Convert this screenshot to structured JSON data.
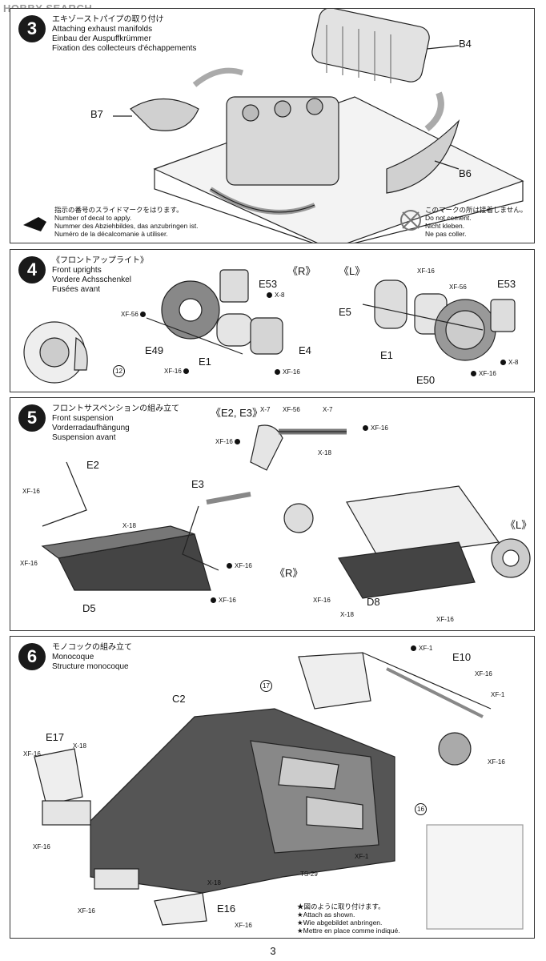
{
  "watermark": "HOBBY SEARCH",
  "page_number": "3",
  "step3": {
    "number": "3",
    "title_ja": "エキゾーストパイプの取り付け",
    "title_en": "Attaching exhaust manifolds",
    "title_de": "Einbau der Auspuffkrümmer",
    "title_fr": "Fixation des collecteurs d'échappements",
    "parts": {
      "b4": "B4",
      "b7": "B7",
      "b6": "B6"
    },
    "decal_note": [
      "指示の番号のスライドマークをはります。",
      "Number of decal to apply.",
      "Nummer des Abziehbildes, das anzubringen ist.",
      "Numéro de la décalcomanie à utiliser."
    ],
    "cement_note": [
      "このマークの所は接着しません。",
      "Do not cement.",
      "Nicht kleben.",
      "Ne pas coller."
    ]
  },
  "step4": {
    "number": "4",
    "title_ja": "《フロントアップライト》",
    "title_en": "Front uprights",
    "title_de": "Vordere Achsschenkel",
    "title_fr": "Fusées avant",
    "side_r": "《R》",
    "side_l": "《L》",
    "parts": {
      "e53_r": "E53",
      "e49": "E49",
      "e1_r": "E1",
      "e4": "E4",
      "e5": "E5",
      "e1_l": "E1",
      "e50": "E50",
      "e53_l": "E53"
    },
    "screws": {
      "x8_r": "X-8",
      "xf56_r": "XF-56",
      "xf16_a": "XF-16",
      "xf16_b": "XF-16",
      "xf16_top": "XF-16",
      "xf56_l": "XF-56",
      "xf16_c": "XF-16",
      "x8_l": "X-8"
    },
    "decal": "12"
  },
  "step5": {
    "number": "5",
    "title_ja": "フロントサスペンションの組み立て",
    "title_en": "Front suspension",
    "title_de": "Vorderradaufhängung",
    "title_fr": "Suspension avant",
    "inset": "《E2, E3》",
    "parts": {
      "e2": "E2",
      "e3": "E3",
      "d5": "D5",
      "d8": "D8",
      "r": "《R》",
      "l": "《L》"
    },
    "screws": {
      "x7a": "X-7",
      "xf56": "XF-56",
      "x7b": "X-7",
      "xf16_inset_l": "XF-16",
      "xf16_inset_r": "XF-16",
      "x18_inset": "X-18",
      "xf16_a": "XF-16",
      "x18_a": "X-18",
      "xf16_b": "XF-16",
      "xf16_c": "XF-16",
      "xf16_d": "XF-16",
      "xf16_e": "XF-16",
      "x18_b": "X-18",
      "xf16_f": "XF-16"
    }
  },
  "step6": {
    "number": "6",
    "title_ja": "モノコックの組み立て",
    "title_en": "Monocoque",
    "title_fr": "Structure monocoque",
    "parts": {
      "c2": "C2",
      "e17": "E17",
      "e10": "E10",
      "e16": "E16"
    },
    "screws": {
      "xf16_a": "XF-16",
      "x18_a": "X-18",
      "xf16_b": "XF-16",
      "xf16_c": "XF-16",
      "xf1_a": "XF-1",
      "xf16_d": "XF-16",
      "xf1_b": "XF-1",
      "xf16_e": "XF-16",
      "xf1_c": "XF-1",
      "ts29": "TS-29",
      "x18_b": "X-18",
      "xf16_f": "XF-16"
    },
    "decals": {
      "d17": "17",
      "d16": "16"
    },
    "attach_note": [
      "★図のように取り付けます。",
      "★Attach as shown.",
      "★Wie abgebildet anbringen.",
      "★Mettre en place comme indiqué."
    ]
  }
}
